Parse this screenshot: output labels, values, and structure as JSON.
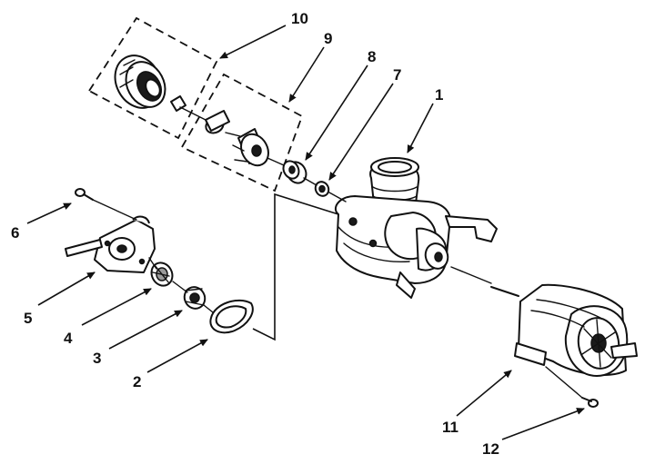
{
  "callouts": [
    {
      "id": "1",
      "label": "1"
    },
    {
      "id": "2",
      "label": "2"
    },
    {
      "id": "3",
      "label": "3"
    },
    {
      "id": "4",
      "label": "4"
    },
    {
      "id": "5",
      "label": "5"
    },
    {
      "id": "6",
      "label": "6"
    },
    {
      "id": "7",
      "label": "7"
    },
    {
      "id": "8",
      "label": "8"
    },
    {
      "id": "9",
      "label": "9"
    },
    {
      "id": "10",
      "label": "10"
    },
    {
      "id": "11",
      "label": "11"
    },
    {
      "id": "12",
      "label": "12"
    }
  ],
  "colors": {
    "ink": "#111111",
    "background": "#ffffff"
  }
}
